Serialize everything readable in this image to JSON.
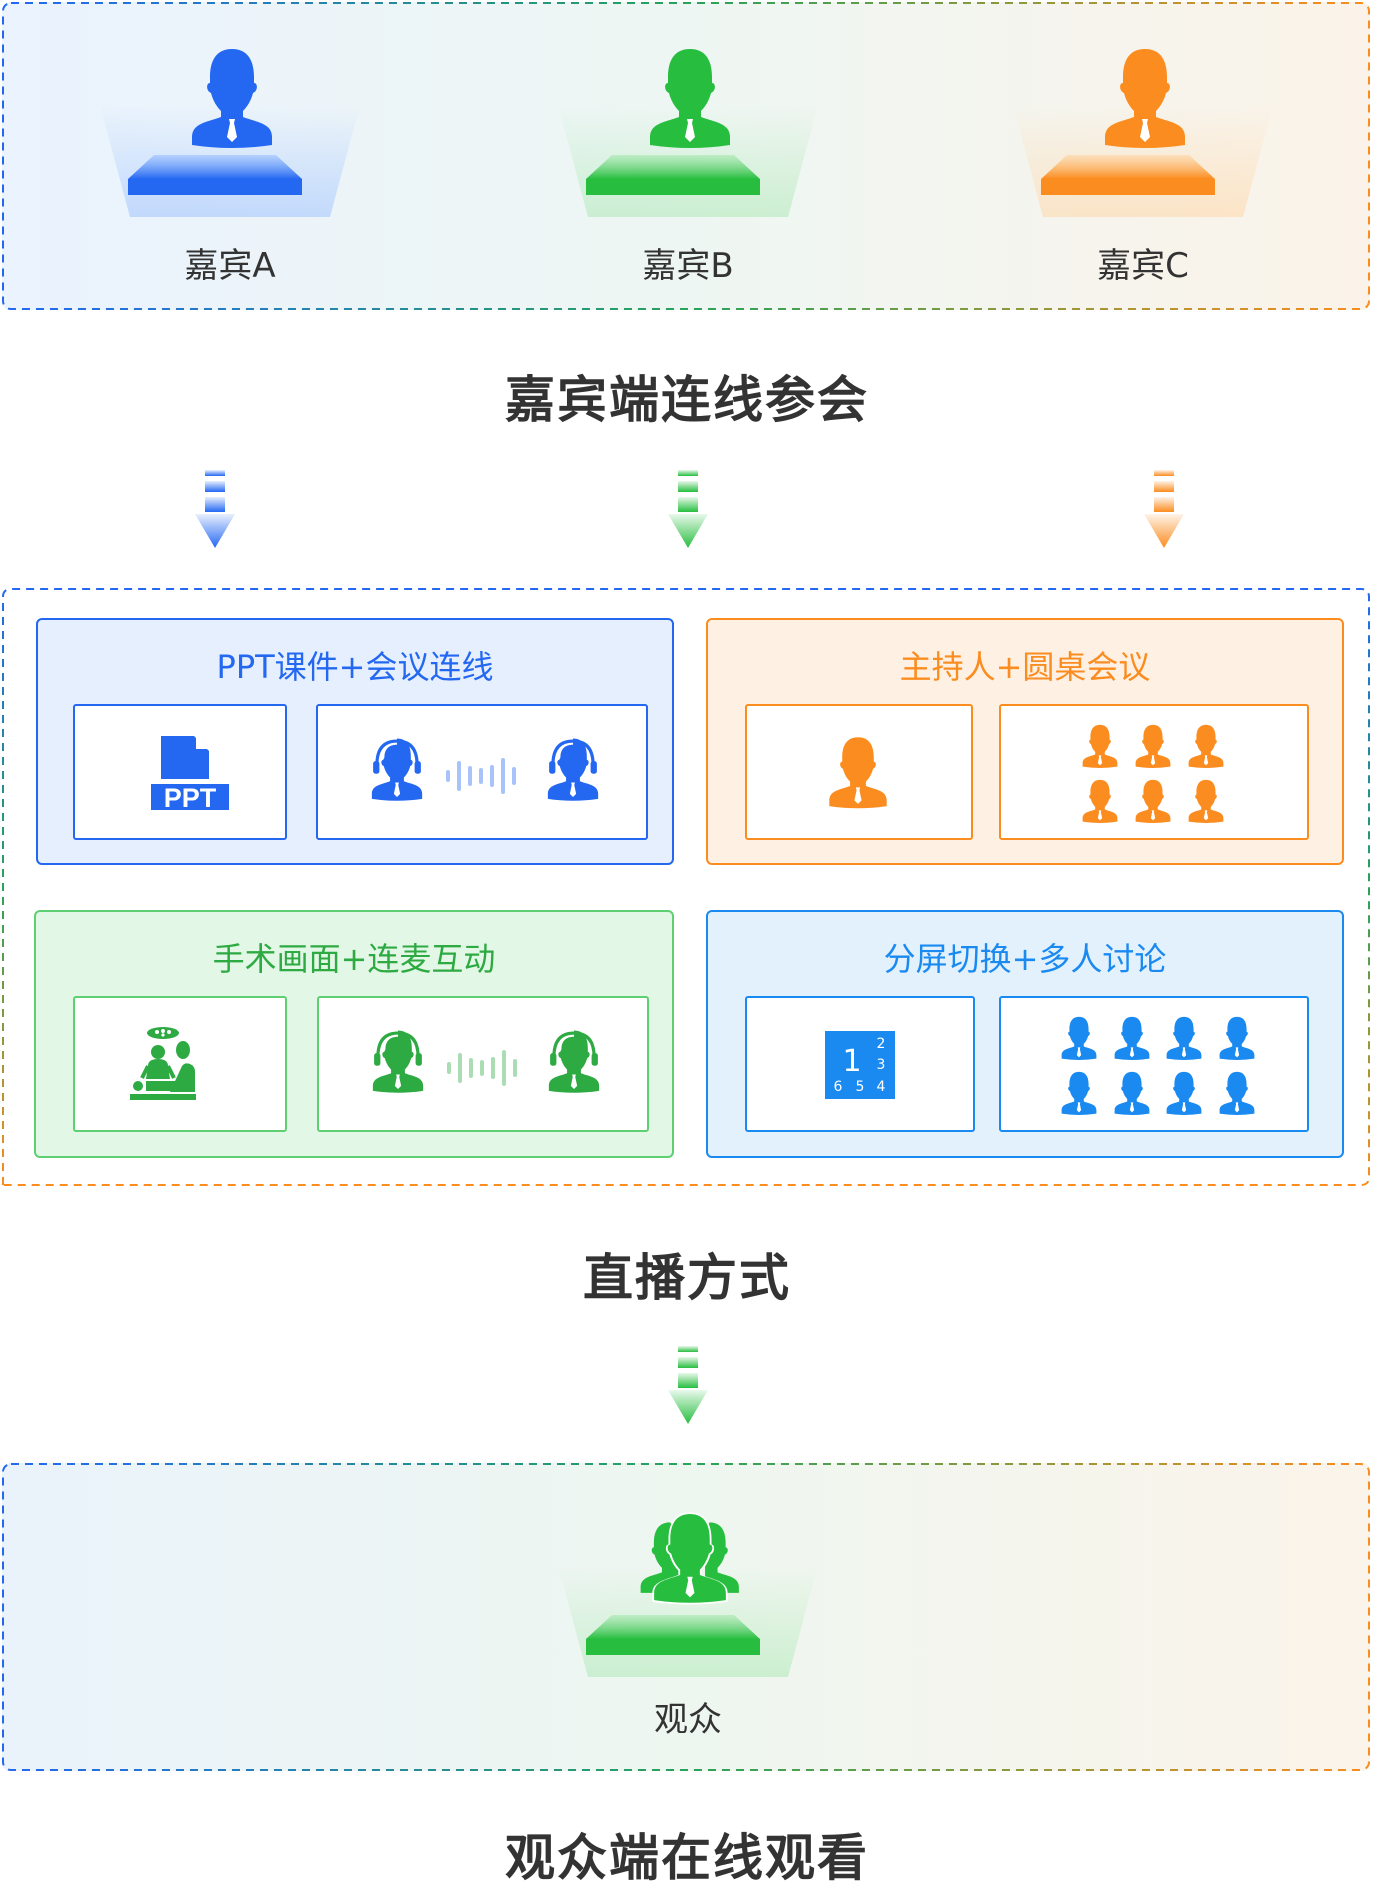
{
  "guests": {
    "items": [
      {
        "label": "嘉宾A",
        "color": "#2468f2",
        "light": "#8fb8ff"
      },
      {
        "label": "嘉宾B",
        "color": "#27be3f",
        "light": "#9fe6a8"
      },
      {
        "label": "嘉宾C",
        "color": "#fb8c1f",
        "light": "#ffd199"
      }
    ]
  },
  "section_titles": {
    "guest": "嘉宾端连线参会",
    "live": "直播方式",
    "audience": "观众端在线观看"
  },
  "arrows": {
    "colors": [
      "#2468f2",
      "#27be3f",
      "#fb8c1f"
    ],
    "middle_color": "#27be3f"
  },
  "live_modes": [
    {
      "title": "PPT课件+会议连线",
      "color": "#2468f2",
      "bg": "#e6effd",
      "icons": [
        "ppt-icon",
        "headset-person-icon",
        "sound-wave-icon",
        "headset-person-icon"
      ],
      "ppt_text": "PPT"
    },
    {
      "title": "主持人+圆桌会议",
      "color": "#fb8c1f",
      "bg": "#fef1e4",
      "icons": [
        "host-person-icon",
        "round-table-group-icon"
      ]
    },
    {
      "title": "手术画面+连麦互动",
      "color": "#2eaa43",
      "bg": "#e3f7e6",
      "border": "#5fd072",
      "icons": [
        "surgery-icon",
        "headset-person-icon",
        "sound-wave-icon",
        "headset-person-icon"
      ]
    },
    {
      "title": "分屏切换+多人讨论",
      "color": "#1a8af0",
      "bg": "#e3f1fd",
      "icons": [
        "split-screen-icon",
        "multi-person-icon"
      ],
      "split_numbers": [
        "1",
        "2",
        "3",
        "4",
        "5",
        "6"
      ]
    }
  ],
  "audience": {
    "label": "观众",
    "color": "#27be3f"
  }
}
